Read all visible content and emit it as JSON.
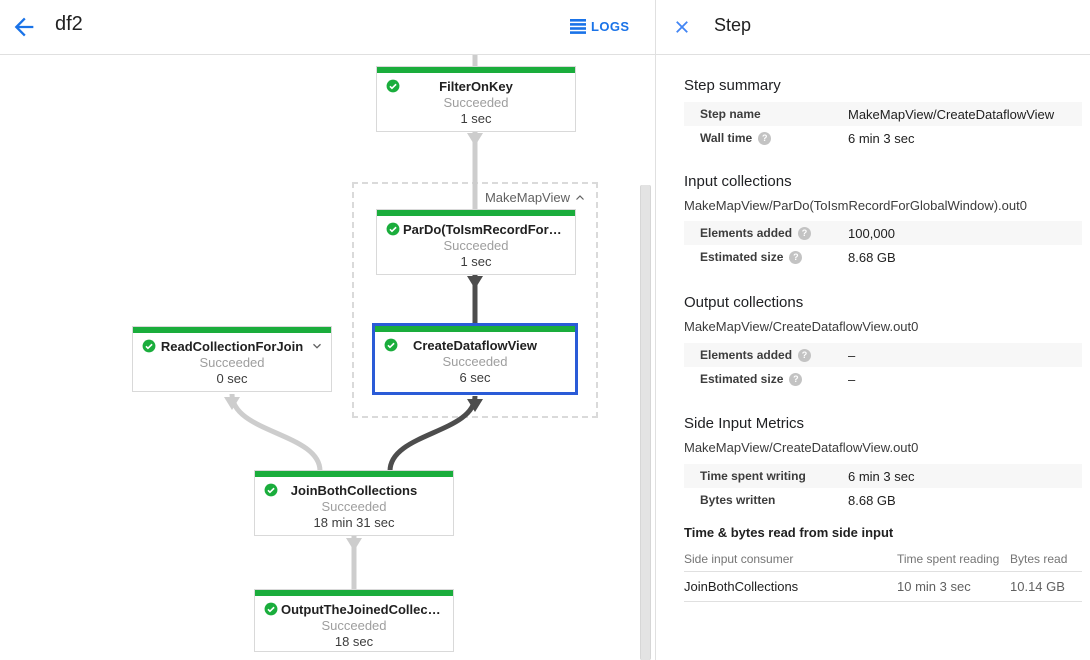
{
  "header": {
    "title": "df2",
    "logs_label": "LOGS"
  },
  "colors": {
    "accent_blue": "#1a73e8",
    "close_blue": "#4285f4",
    "status_green": "#1aad3c",
    "selected_border_blue": "#2a5bd7",
    "edge_light": "#cdcdcd",
    "edge_dark": "#4d4d4d"
  },
  "graph": {
    "group_label": "MakeMapView",
    "nodes": [
      {
        "title": "FilterOnKey",
        "status": "Succeeded",
        "time": "1 sec"
      },
      {
        "title": "ParDo(ToIsmRecordFor…",
        "status": "Succeeded",
        "time": "1 sec"
      },
      {
        "title": "CreateDataflowView",
        "status": "Succeeded",
        "time": "6 sec"
      },
      {
        "title": "ReadCollectionForJoin",
        "status": "Succeeded",
        "time": "0 sec"
      },
      {
        "title": "JoinBothCollections",
        "status": "Succeeded",
        "time": "18 min 31 sec"
      },
      {
        "title": "OutputTheJoinedCollec…",
        "status": "Succeeded",
        "time": "18 sec"
      }
    ]
  },
  "panel": {
    "title": "Step",
    "step_summary": {
      "heading": "Step summary",
      "rows": [
        {
          "label": "Step name",
          "value": "MakeMapView/CreateDataflowView"
        },
        {
          "label": "Wall time",
          "value": "6 min 3 sec"
        }
      ]
    },
    "input_collections": {
      "heading": "Input collections",
      "collection": "MakeMapView/ParDo(ToIsmRecordForGlobalWindow).out0",
      "rows": [
        {
          "label": "Elements added",
          "value": "100,000"
        },
        {
          "label": "Estimated size",
          "value": "8.68 GB"
        }
      ]
    },
    "output_collections": {
      "heading": "Output collections",
      "collection": "MakeMapView/CreateDataflowView.out0",
      "rows": [
        {
          "label": "Elements added",
          "value": "–"
        },
        {
          "label": "Estimated size",
          "value": "–"
        }
      ]
    },
    "side_input_metrics": {
      "heading": "Side Input Metrics",
      "collection": "MakeMapView/CreateDataflowView.out0",
      "rows": [
        {
          "label": "Time spent writing",
          "value": "6 min 3 sec"
        },
        {
          "label": "Bytes written",
          "value": "8.68 GB"
        }
      ]
    },
    "side_input_table": {
      "heading": "Time & bytes read from side input",
      "columns": [
        "Side input consumer",
        "Time spent reading",
        "Bytes read"
      ],
      "rows": [
        [
          "JoinBothCollections",
          "10 min 3 sec",
          "10.14 GB"
        ]
      ]
    }
  }
}
